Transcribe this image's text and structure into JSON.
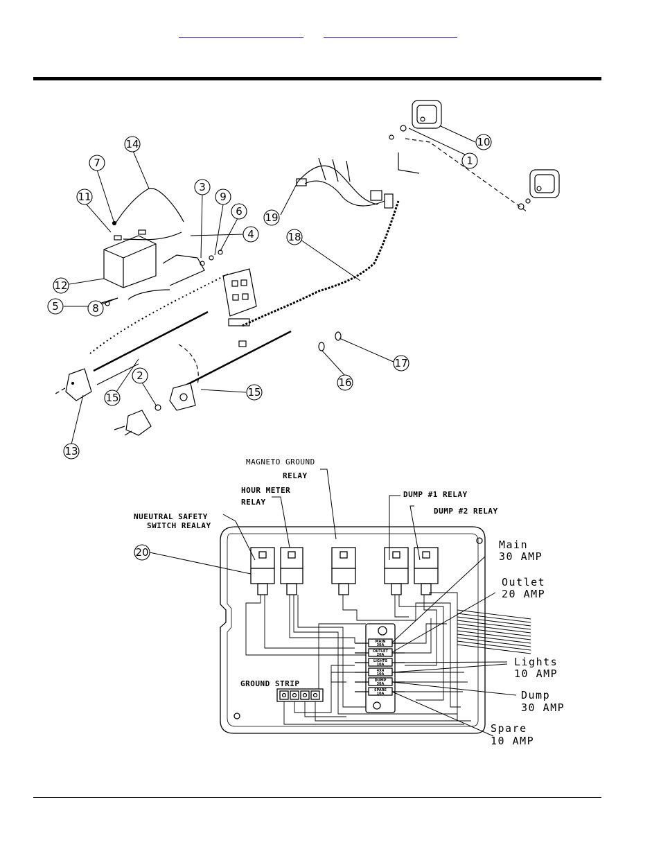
{
  "nav_links": [
    {
      "label": ""
    },
    {
      "label": ""
    }
  ],
  "callouts": [
    {
      "num": "1"
    },
    {
      "num": "2"
    },
    {
      "num": "3"
    },
    {
      "num": "4"
    },
    {
      "num": "5"
    },
    {
      "num": "6"
    },
    {
      "num": "7"
    },
    {
      "num": "8"
    },
    {
      "num": "9"
    },
    {
      "num": "10"
    },
    {
      "num": "11"
    },
    {
      "num": "12"
    },
    {
      "num": "13"
    },
    {
      "num": "14"
    },
    {
      "num": "15"
    },
    {
      "num": "16"
    },
    {
      "num": "17"
    },
    {
      "num": "18"
    },
    {
      "num": "19"
    },
    {
      "num": "20"
    }
  ],
  "panel_labels": {
    "magneto_line1": "MAGNETO GROUND",
    "magneto_line2": "RELAY",
    "hour_line1": "HOUR METER",
    "hour_line2": "RELAY",
    "neutral_line1": "NUEUTRAL SAFETY",
    "neutral_line2": "SWITCH REALAY",
    "dump1": "DUMP #1 RELAY",
    "dump2": "DUMP #2 RELAY",
    "ground_strip": "GROUND STRIP"
  },
  "fuse_labels": {
    "main_line1": "Main",
    "main_line2": "30 AMP",
    "outlet_line1": "Outlet",
    "outlet_line2": "20 AMP",
    "lights_line1": "Lights",
    "lights_line2": "10 AMP",
    "dump_line1": "Dump",
    "dump_line2": "30 AMP",
    "spare_line1": "Spare",
    "spare_line2": "10 AMP"
  },
  "fuse_block": [
    {
      "name": "MAIN",
      "amp": "30A"
    },
    {
      "name": "OUTLET",
      "amp": "20A"
    },
    {
      "name": "LIGHTS",
      "amp": "10A"
    },
    {
      "name": "4X4",
      "amp": "10A"
    },
    {
      "name": "DUMP",
      "amp": "30A"
    },
    {
      "name": "SPARE",
      "amp": "10A"
    }
  ]
}
